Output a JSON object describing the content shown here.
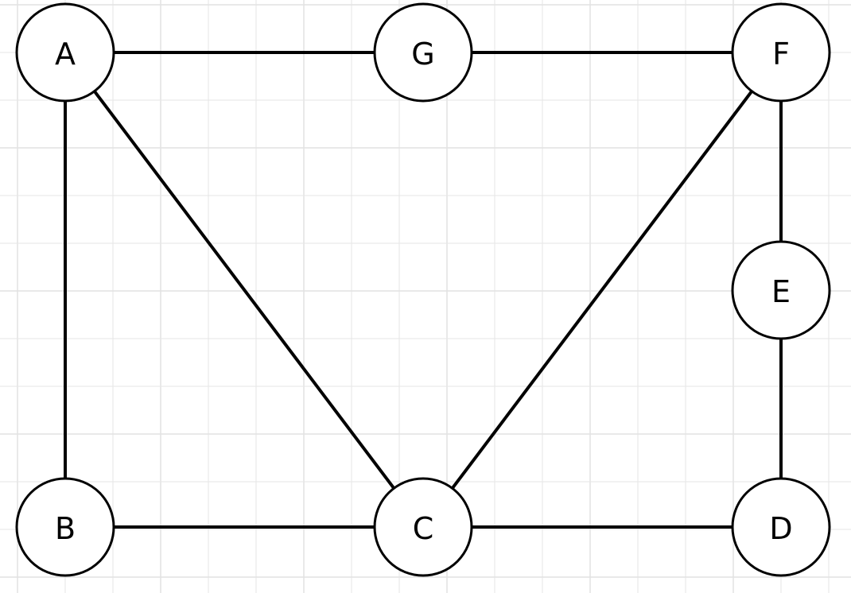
{
  "graph": {
    "background_grid": true,
    "colors": {
      "edge": "#000000",
      "node_fill": "#ffffff",
      "node_stroke": "#000000",
      "label": "#000000",
      "grid": "#e6e6e6"
    },
    "nodes": [
      {
        "id": "A",
        "label": "A"
      },
      {
        "id": "G",
        "label": "G"
      },
      {
        "id": "F",
        "label": "F"
      },
      {
        "id": "E",
        "label": "E"
      },
      {
        "id": "B",
        "label": "B"
      },
      {
        "id": "C",
        "label": "C"
      },
      {
        "id": "D",
        "label": "D"
      }
    ],
    "edges": [
      {
        "from": "A",
        "to": "G"
      },
      {
        "from": "G",
        "to": "F"
      },
      {
        "from": "A",
        "to": "B"
      },
      {
        "from": "A",
        "to": "C"
      },
      {
        "from": "B",
        "to": "C"
      },
      {
        "from": "C",
        "to": "F"
      },
      {
        "from": "C",
        "to": "D"
      },
      {
        "from": "F",
        "to": "E"
      },
      {
        "from": "E",
        "to": "D"
      }
    ]
  }
}
